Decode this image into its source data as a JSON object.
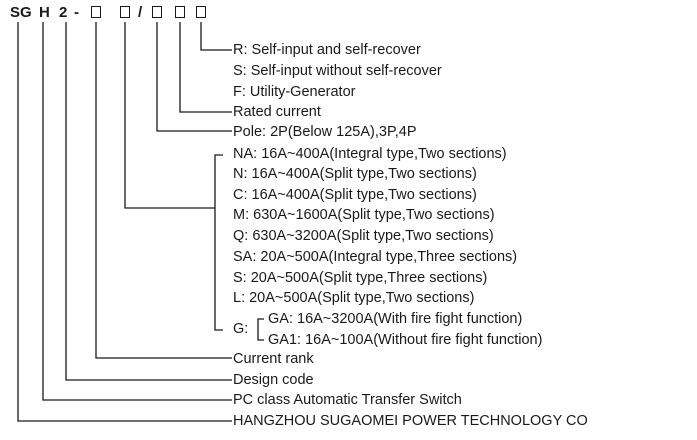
{
  "model": {
    "sg": "SG",
    "h": "H",
    "two": "2",
    "dash": "-",
    "slash": "/"
  },
  "options": {
    "r": "R: Self-input and self-recover",
    "s": "S: Self-input without self-recover",
    "f": "F: Utility-Generator"
  },
  "rated_current": "Rated current",
  "pole": "Pole: 2P(Below 125A),3P,4P",
  "types": {
    "na": "NA: 16A~400A(Integral type,Two sections)",
    "n": "N: 16A~400A(Split type,Two sections)",
    "c": "C: 16A~400A(Split type,Two sections)",
    "m": "M: 630A~1600A(Split type,Two sections)",
    "q": "Q: 630A~3200A(Split type,Two sections)",
    "sa": "SA: 20A~500A(Integral type,Three sections)",
    "s": "S: 20A~500A(Split type,Three sections)",
    "l": "L: 20A~500A(Split type,Two sections)",
    "g": "G:",
    "ga": "GA: 16A~3200A(With fire fight function)",
    "ga1": "GA1: 16A~100A(Without fire fight function)"
  },
  "current_rank": "Current rank",
  "design_code": "Design code",
  "pc_class": "PC class Automatic Transfer Switch",
  "company": "HANGZHOU SUGAOMEI POWER TECHNOLOGY CO"
}
